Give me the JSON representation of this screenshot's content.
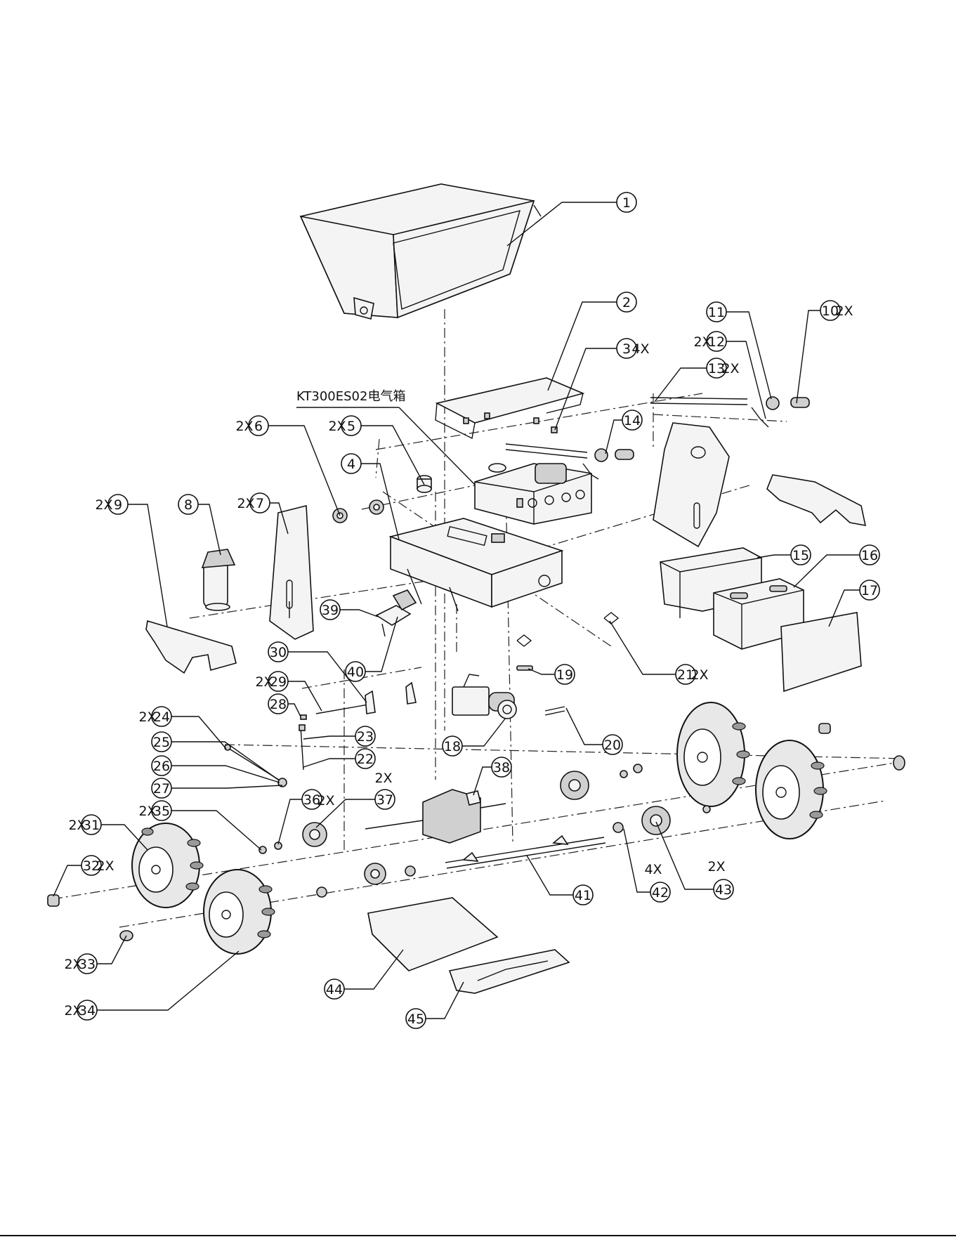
{
  "assembly": {
    "electrical_box_label": "KT300ES02电气箱"
  },
  "callouts": [
    {
      "num": "1",
      "qty": ""
    },
    {
      "num": "2",
      "qty": ""
    },
    {
      "num": "3",
      "qty": "4X"
    },
    {
      "num": "4",
      "qty": ""
    },
    {
      "num": "5",
      "qty": "2X"
    },
    {
      "num": "6",
      "qty": "2X"
    },
    {
      "num": "7",
      "qty": "2X"
    },
    {
      "num": "8",
      "qty": ""
    },
    {
      "num": "9",
      "qty": "2X"
    },
    {
      "num": "10",
      "qty": "2X"
    },
    {
      "num": "11",
      "qty": ""
    },
    {
      "num": "12",
      "qty": "2X"
    },
    {
      "num": "13",
      "qty": "2X"
    },
    {
      "num": "14",
      "qty": ""
    },
    {
      "num": "15",
      "qty": ""
    },
    {
      "num": "16",
      "qty": ""
    },
    {
      "num": "17",
      "qty": ""
    },
    {
      "num": "18",
      "qty": ""
    },
    {
      "num": "19",
      "qty": ""
    },
    {
      "num": "20",
      "qty": ""
    },
    {
      "num": "21",
      "qty": "2X"
    },
    {
      "num": "22",
      "qty": "2X"
    },
    {
      "num": "23",
      "qty": ""
    },
    {
      "num": "24",
      "qty": "2X"
    },
    {
      "num": "25",
      "qty": ""
    },
    {
      "num": "26",
      "qty": ""
    },
    {
      "num": "27",
      "qty": ""
    },
    {
      "num": "28",
      "qty": ""
    },
    {
      "num": "29",
      "qty": "2X"
    },
    {
      "num": "30",
      "qty": ""
    },
    {
      "num": "31",
      "qty": "2X"
    },
    {
      "num": "32",
      "qty": "2X"
    },
    {
      "num": "33",
      "qty": "2X"
    },
    {
      "num": "34",
      "qty": "2X"
    },
    {
      "num": "35",
      "qty": "2X"
    },
    {
      "num": "36",
      "qty": "2X"
    },
    {
      "num": "37",
      "qty": ""
    },
    {
      "num": "38",
      "qty": ""
    },
    {
      "num": "39",
      "qty": ""
    },
    {
      "num": "40",
      "qty": ""
    },
    {
      "num": "41",
      "qty": ""
    },
    {
      "num": "42",
      "qty": "4X"
    },
    {
      "num": "43",
      "qty": "2X"
    },
    {
      "num": "44",
      "qty": ""
    },
    {
      "num": "45",
      "qty": ""
    }
  ]
}
